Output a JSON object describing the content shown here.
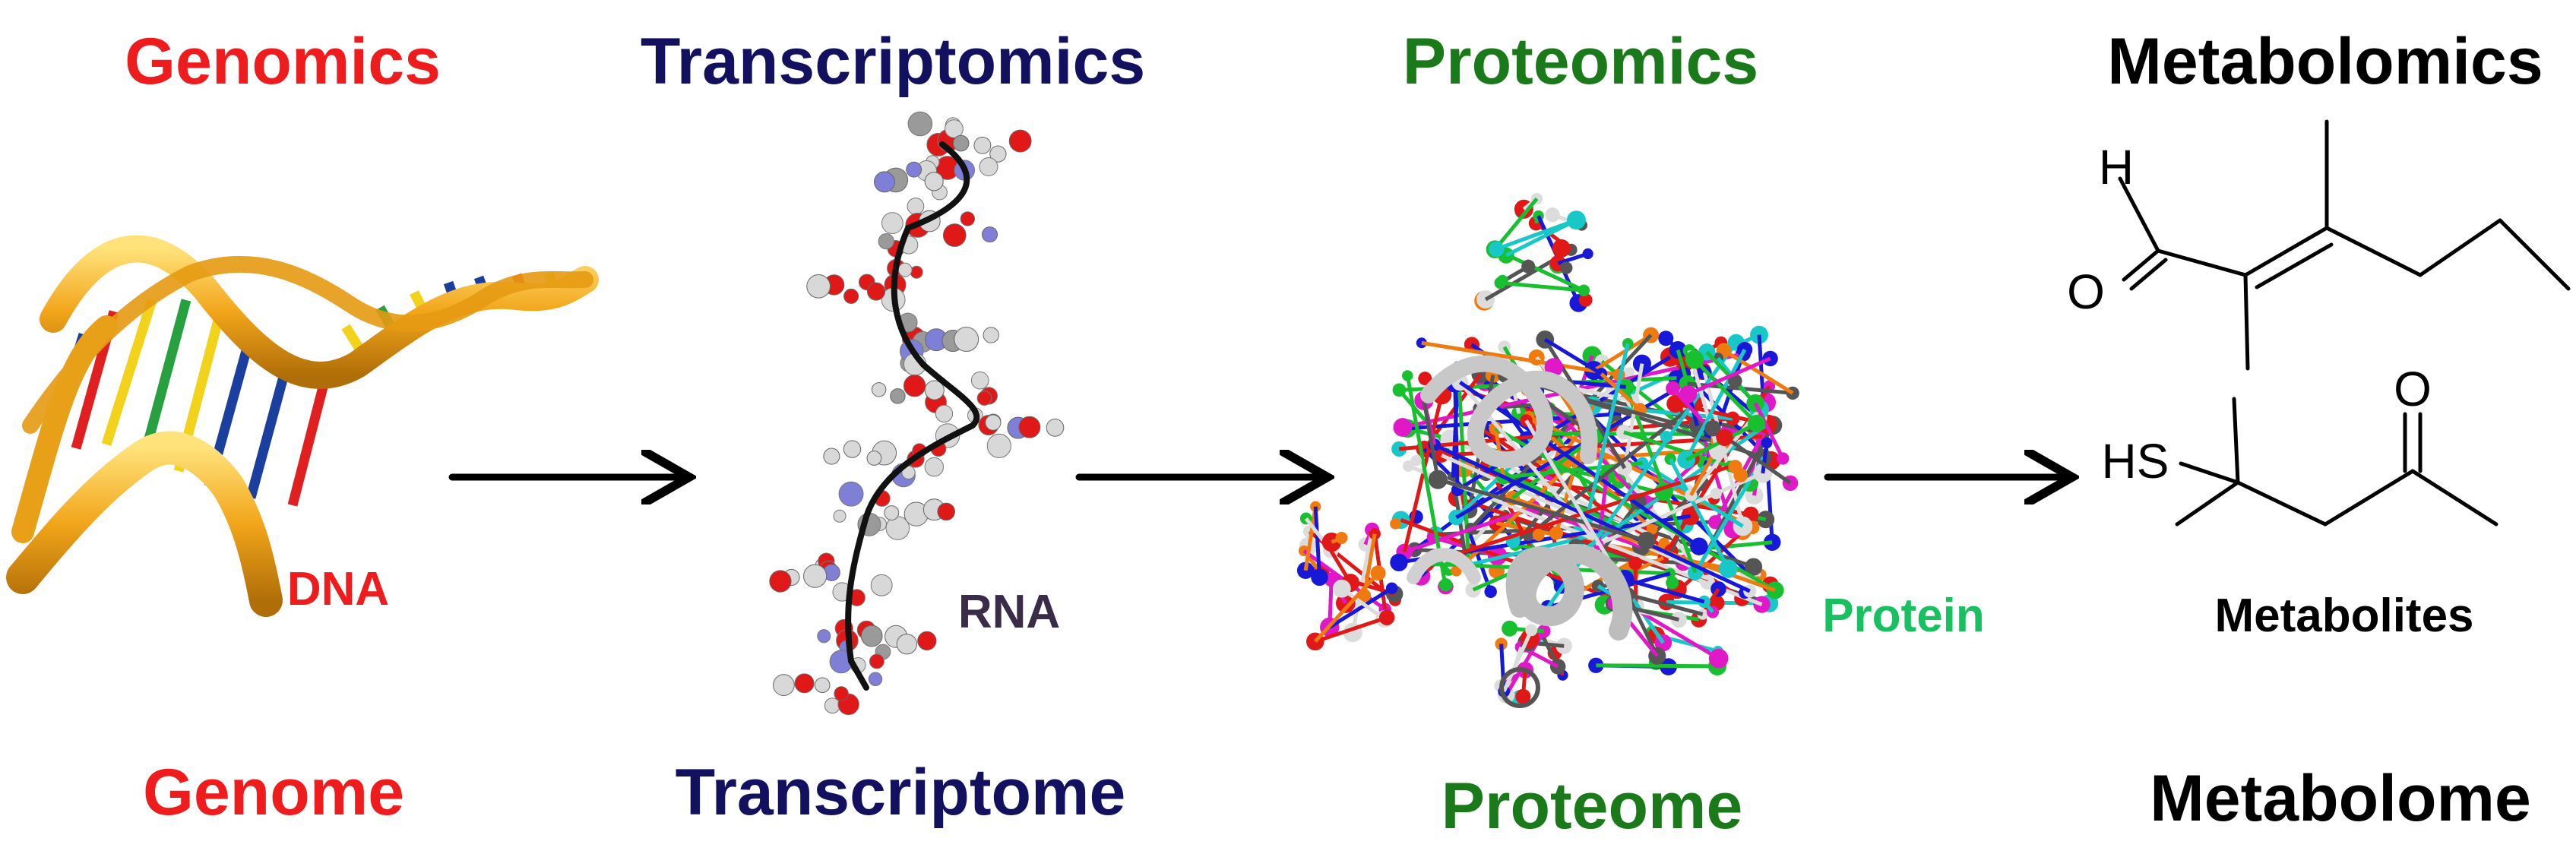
{
  "headers": {
    "genomics": "Genomics",
    "transcriptomics": "Transcriptomics",
    "proteomics": "Proteomics",
    "metabolomics": "Metabolomics"
  },
  "footers": {
    "genome": "Genome",
    "transcriptome": "Transcriptome",
    "proteome": "Proteome",
    "metabolome": "Metabolome"
  },
  "labels": {
    "dna": "DNA",
    "rna": "RNA",
    "protein": "Protein",
    "metabolites": "Metabolites"
  },
  "atoms": {
    "h": "H",
    "o1": "O",
    "o2": "O",
    "hs": "HS"
  },
  "colors": {
    "genomics": "#ee1c1c",
    "transcriptomics": "#131060",
    "proteomics": "#1a7a1a",
    "metabolomics": "#000000",
    "rna_label": "#3a2c48",
    "protein_label": "#18c060"
  },
  "icons": [
    "dna-helix-icon",
    "rna-strand-icon",
    "protein-structure-icon",
    "metabolite-structure-icon",
    "arrow-right-icon"
  ]
}
